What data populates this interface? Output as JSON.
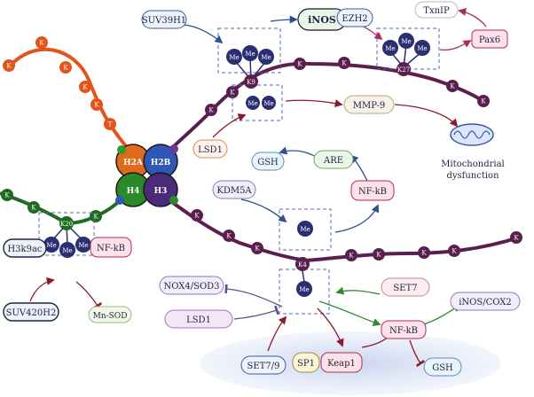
{
  "histones": {
    "h2a": "H2A",
    "h2b": "H2B",
    "h4": "H4",
    "h3": "H3"
  },
  "residue": "K",
  "threonine": "T",
  "me": "Me",
  "sites": {
    "k9": "K9",
    "k27": "K27",
    "k20": "K20",
    "k4": "K4"
  },
  "nodes": {
    "suv39h1": "SUV39H1",
    "inos": "iNOS",
    "ezh2": "EZH2",
    "txnip": "TxnIP",
    "pax6": "Pax6",
    "mmp9": "MMP-9",
    "lsd1_top": "LSD1",
    "gsh_top": "GSH",
    "are": "ARE",
    "kdm5a": "KDM5A",
    "nfkb_mid": "NF-kB",
    "h3k9ac": "H3k9ac",
    "nfkb_left": "NF-kB",
    "suv420h2": "SUV420H2",
    "mnsod": "Mn-SOD",
    "nox4sod3": "NOX4/SOD3",
    "lsd1_bottom": "LSD1",
    "set7": "SET7",
    "inoscox2": "iNOS/COX2",
    "nfkb_bottom": "NF-kB",
    "set79": "SET7/9",
    "sp1": "SP1",
    "keap1": "Keap1",
    "gsh_bottom": "GSH"
  },
  "mito": {
    "line1": "Mitochondrial",
    "line2": "dysfunction"
  },
  "colors": {
    "orange_chain": "#e2541c",
    "purple_chain": "#5b1f4e",
    "green_chain": "#1f6b1f",
    "me_bead": "#2a2f73",
    "h2a": "#e06a1c",
    "h2b": "#2f57b5",
    "h4": "#2a8a2a",
    "h3": "#4a2b7a",
    "arrow_blue": "#2f4f8f",
    "arrow_red": "#8b1a2a",
    "arrow_green": "#2e8b2e",
    "arrow_purple": "#6a4a8a"
  }
}
